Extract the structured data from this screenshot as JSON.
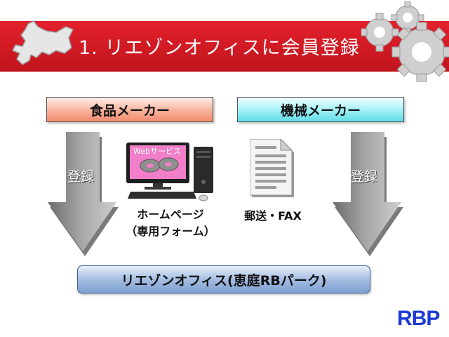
{
  "banner": {
    "title": "1. リエゾンオフィスに会員登録"
  },
  "makers": {
    "food": "食品メーカー",
    "machine": "機械メーカー"
  },
  "arrows": {
    "left_label": "登録",
    "right_label": "登録"
  },
  "pc": {
    "screen_text": "Webサービス",
    "caption_line1": "ホームページ",
    "caption_line2": "（専用フォーム）"
  },
  "mail": {
    "caption": "郵送・FAX"
  },
  "destination": {
    "label": "リエゾンオフィス(恵庭RBパーク)"
  },
  "logo": {
    "text": "RBP"
  },
  "colors": {
    "banner": "#d01a24",
    "food_box": "#f38a6e",
    "machine_box": "#5fdbe6",
    "destination_box": "#7d9fd0",
    "logo": "#1b3bd4"
  }
}
